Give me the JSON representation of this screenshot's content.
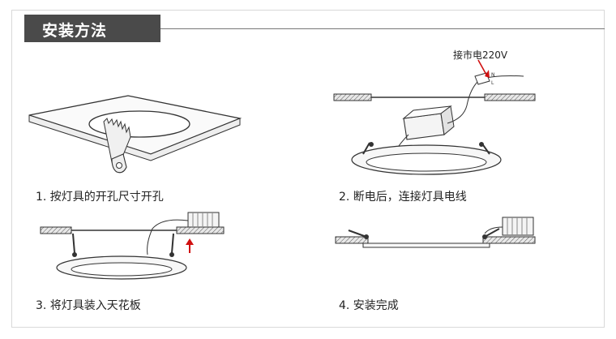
{
  "header": {
    "title": "安装方法"
  },
  "steps": [
    {
      "caption": "1. 按灯具的开孔尺寸开孔",
      "icon": "hole-saw-cutting-ceiling"
    },
    {
      "caption": "2. 断电后，连接灯具电线",
      "icon": "wire-connection"
    },
    {
      "caption": "3. 将灯具装入天花板",
      "icon": "insert-light-into-ceiling"
    },
    {
      "caption": "4. 安装完成",
      "icon": "installed-light"
    }
  ],
  "mains_label": "接市电220V",
  "wire_marks": {
    "n": "N",
    "l": "L"
  }
}
